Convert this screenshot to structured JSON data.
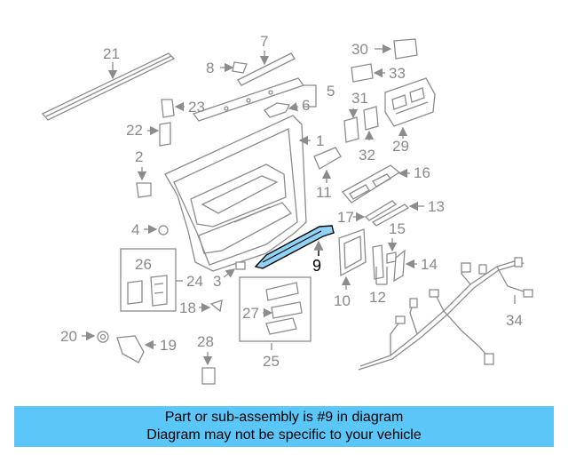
{
  "callouts": {
    "c1": "1",
    "c2": "2",
    "c3": "3",
    "c4": "4",
    "c5": "5",
    "c6": "6",
    "c7": "7",
    "c8": "8",
    "c9": "9",
    "c10": "10",
    "c11": "11",
    "c12": "12",
    "c13": "13",
    "c14": "14",
    "c15": "15",
    "c16": "16",
    "c17": "17",
    "c18": "18",
    "c19": "19",
    "c20": "20",
    "c21": "21",
    "c22": "22",
    "c23": "23",
    "c24": "24",
    "c25": "25",
    "c26": "26",
    "c27": "27",
    "c28": "28",
    "c29": "29",
    "c30": "30",
    "c31": "31",
    "c32": "32",
    "c33": "33",
    "c34": "34"
  },
  "banner": {
    "line1": "Part or sub-assembly is #9 in diagram",
    "line2": "Diagram may not be specific to your vehicle"
  },
  "colors": {
    "highlight_fill": "#8fd3f7",
    "banner_bg": "#5bc6f8",
    "line_gray": "#8c8c8c"
  }
}
